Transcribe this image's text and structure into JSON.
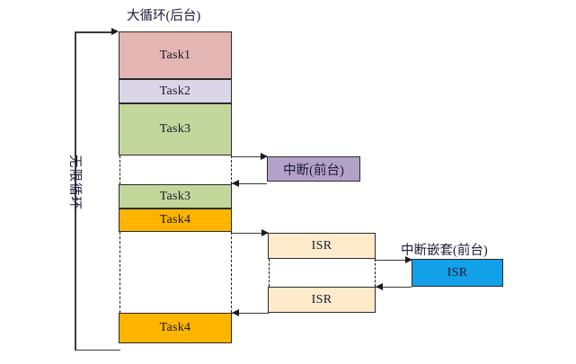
{
  "diagram": {
    "title_main_loop": "大循环(后台)",
    "label_infinite_loop": "无限循环",
    "label_interrupt": "中断(前台)",
    "label_nested_interrupt": "中断嵌套(前台)",
    "caption": "",
    "colors": {
      "task1": "#e3b6b4",
      "task2": "#dcd5e8",
      "task3": "#c3d69b",
      "task4": "#ffb400",
      "interrupt": "#b3a2c7",
      "isr": "#fdebcb",
      "isr_nested": "#12a0e8",
      "stroke": "#2b2b2b",
      "line": "#3a3a3a"
    },
    "blocks": {
      "task1": "Task1",
      "task2": "Task2",
      "task3_a": "Task3",
      "task3_b": "Task3",
      "task4_a": "Task4",
      "task4_b": "Task4",
      "interrupt_box": "中断(前台)",
      "isr_upper": "ISR",
      "isr_lower": "ISR",
      "isr_nested": "ISR"
    }
  }
}
